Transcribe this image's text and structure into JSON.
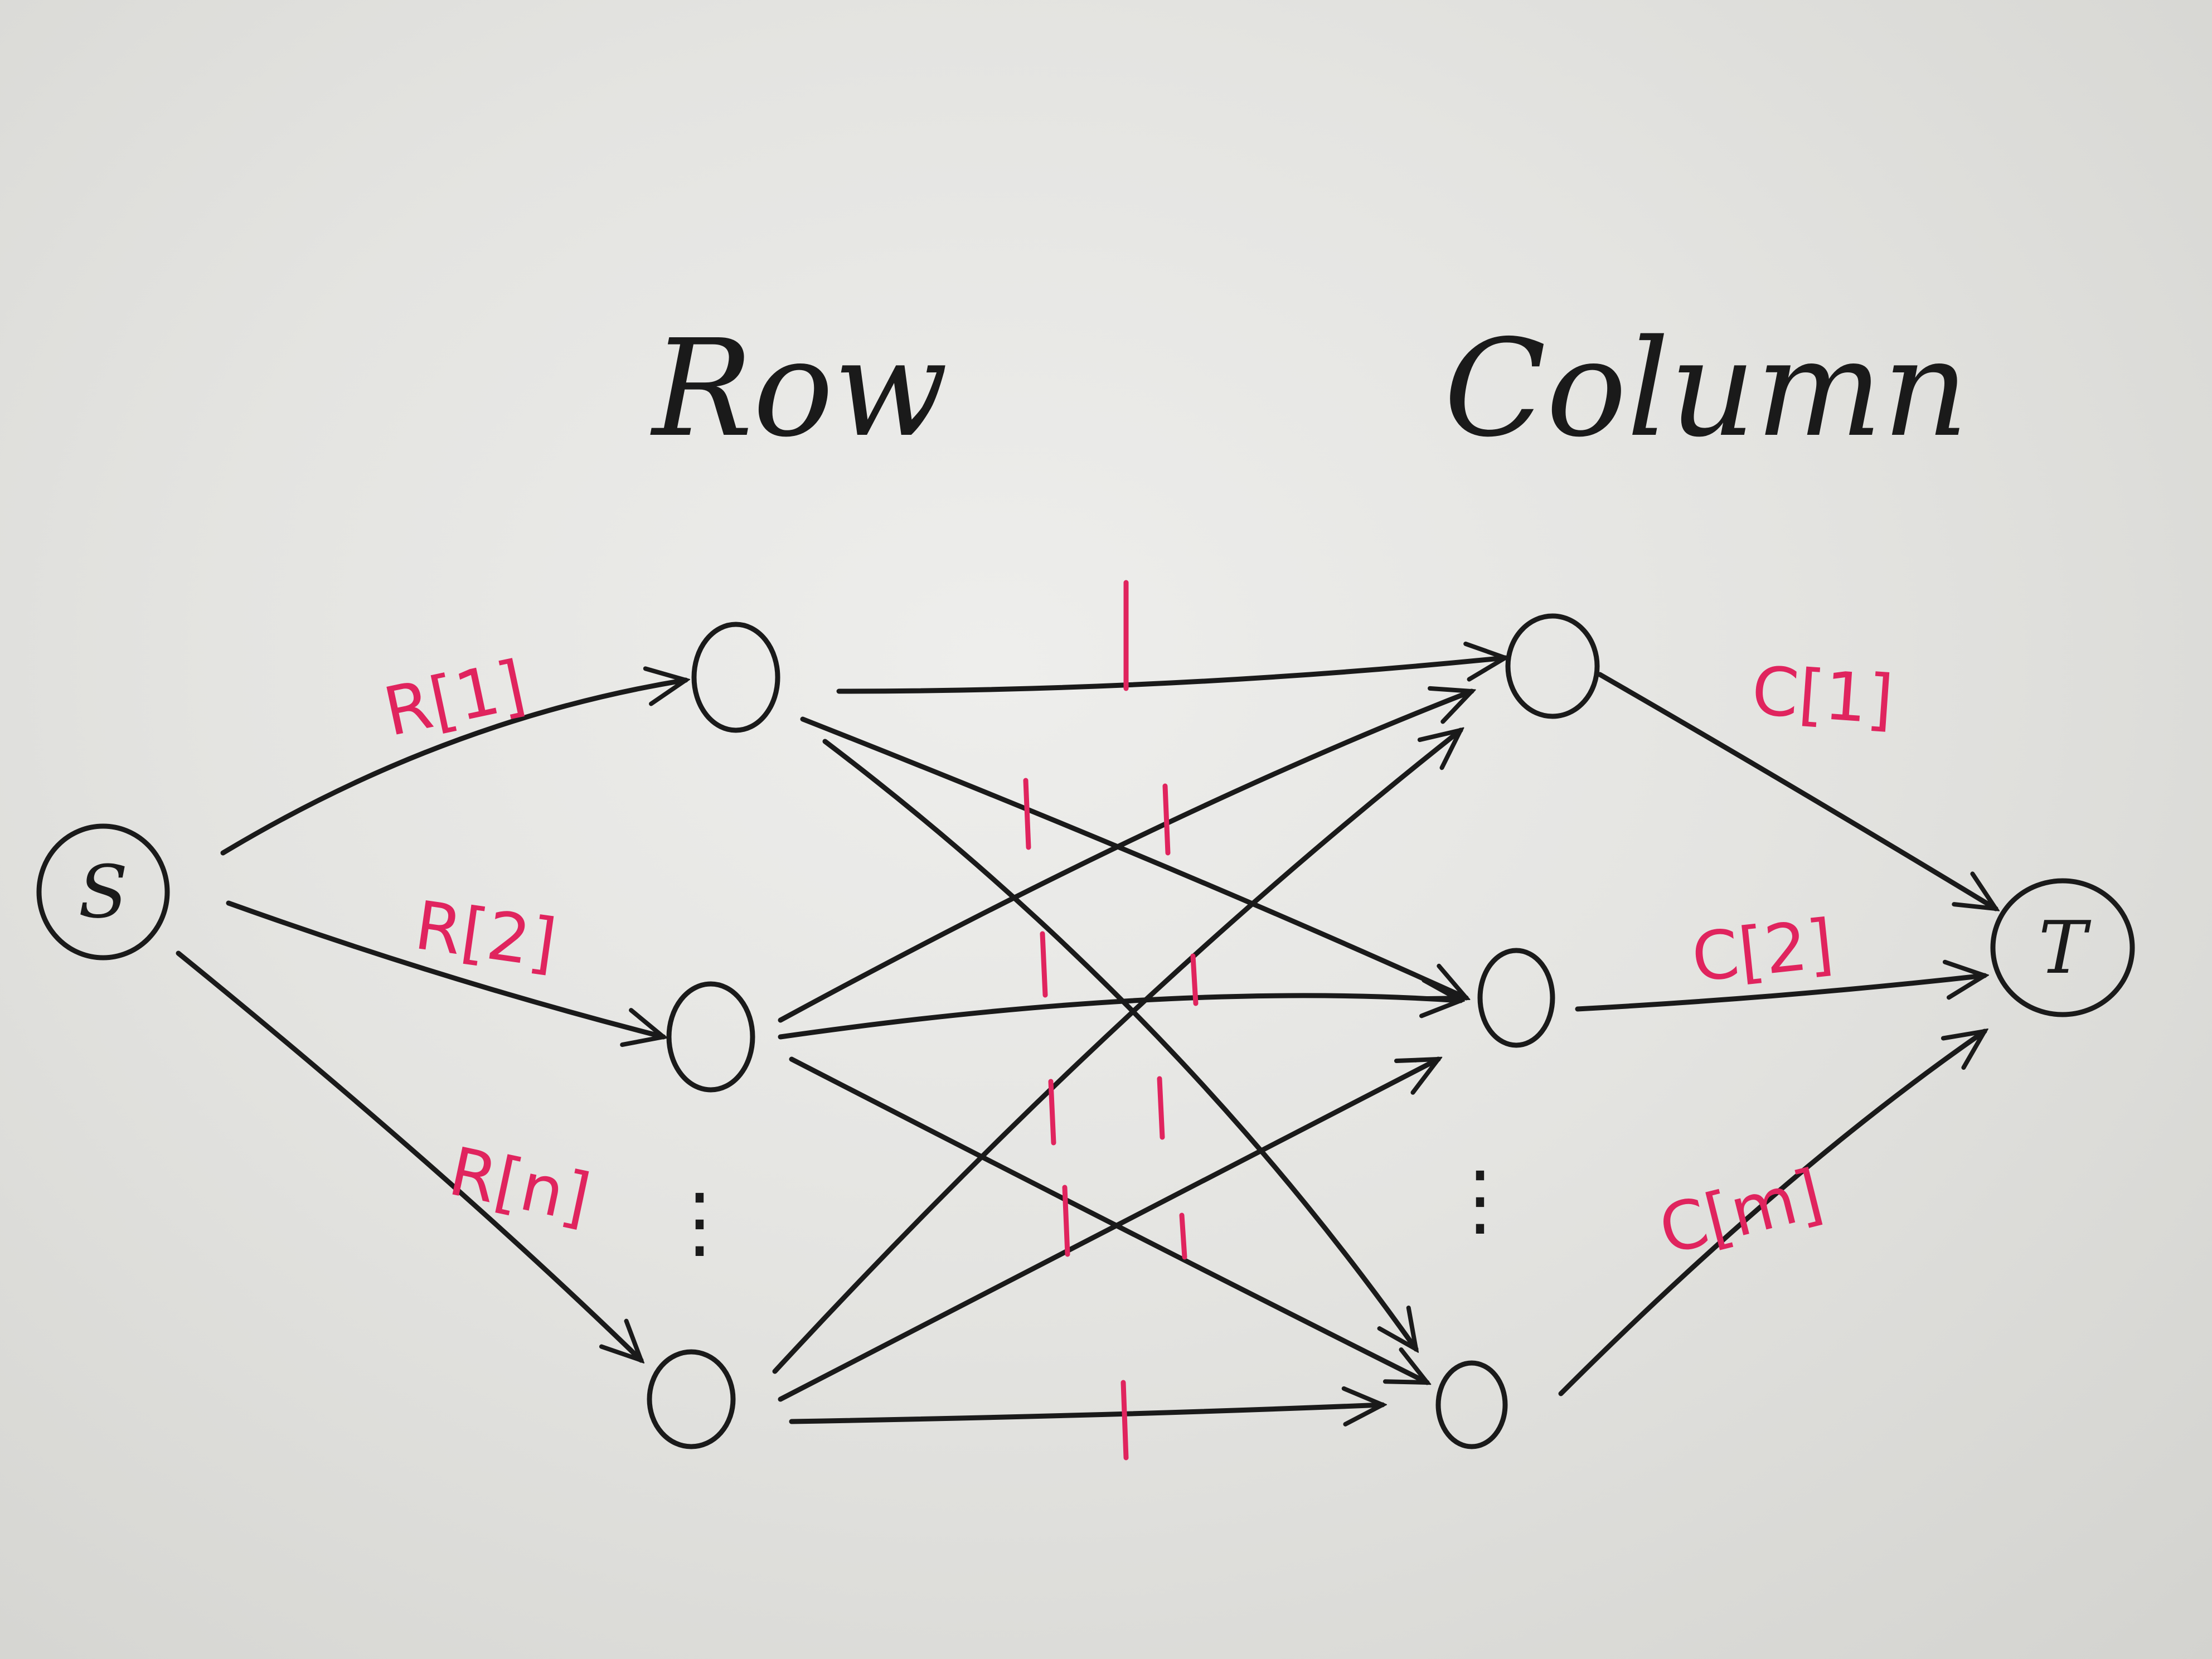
{
  "headings": {
    "row": "Row",
    "column": "Column"
  },
  "nodes": {
    "source": "S",
    "sink": "T"
  },
  "source_edges": [
    {
      "label": "R[1]"
    },
    {
      "label": "R[2]"
    },
    {
      "label": "R[n]"
    }
  ],
  "sink_edges": [
    {
      "label": "C[1]"
    },
    {
      "label": "C[2]"
    },
    {
      "label": "C[m]"
    }
  ],
  "middle_capacity_label": "1",
  "ellipsis": "⋮",
  "colors": {
    "ink": "#1a1a1a",
    "annotation": "#e0245e"
  }
}
